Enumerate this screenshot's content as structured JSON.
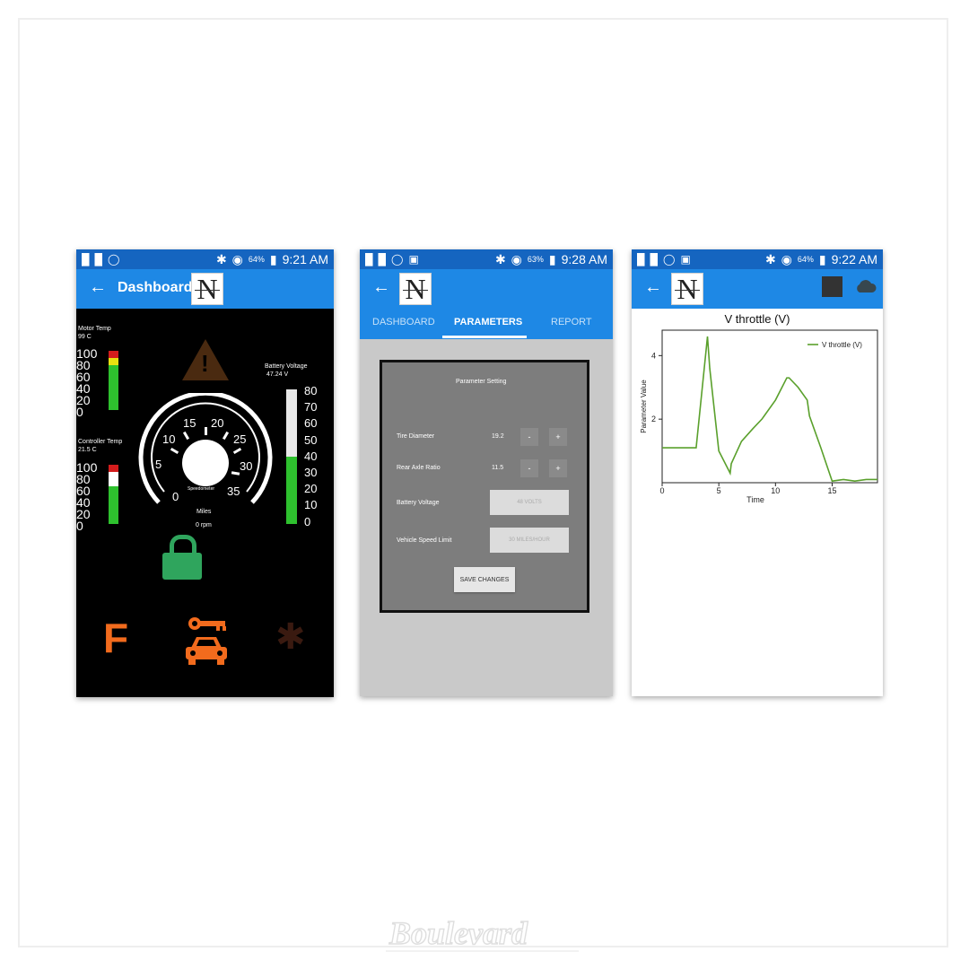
{
  "status_bars": [
    {
      "battery": "64%",
      "time": "9:21 AM"
    },
    {
      "battery": "63%",
      "time": "9:28 AM"
    },
    {
      "battery": "64%",
      "time": "9:22 AM"
    }
  ],
  "logo_letter": "N",
  "dashboard": {
    "title": "Dashboard",
    "back_icon": "arrow-left-icon",
    "motor_temp": {
      "label": "Motor Temp",
      "value": "99 C"
    },
    "controller_temp": {
      "label": "Controller Temp",
      "value": "21.5 C"
    },
    "temp_scale": [
      "100",
      "80",
      "60",
      "40",
      "20",
      "0"
    ],
    "battery_voltage": {
      "label": "Battery Voltage",
      "value": "47.24 V",
      "level": 0.5
    },
    "bv_scale": [
      "80",
      "70",
      "60",
      "50",
      "40",
      "30",
      "20",
      "10",
      "0"
    ],
    "speedometer": {
      "numbers": [
        "0",
        "5",
        "10",
        "15",
        "20",
        "25",
        "30",
        "35"
      ],
      "caption": "Speedometer",
      "units": "Miles",
      "rpm": "0 rpm"
    },
    "icons": [
      "warning-icon",
      "unlock-icon",
      "f-gear-icon",
      "car-key-icon",
      "bluetooth-icon"
    ],
    "colors": {
      "accent": "#1e88e5",
      "orange": "#f26b1d",
      "green": "#2fa55d",
      "bar_green": "#2ec12e"
    }
  },
  "parameters": {
    "tabs": [
      {
        "label": "DASHBOARD",
        "active": false
      },
      {
        "label": "PARAMETERS",
        "active": true
      },
      {
        "label": "REPORT",
        "active": false
      }
    ],
    "panel_title": "Parameter Setting",
    "rows": [
      {
        "label": "Tire Diameter",
        "value": "19.2",
        "minus": "-",
        "plus": "+"
      },
      {
        "label": "Rear Axle Ratio",
        "value": "11.5",
        "minus": "-",
        "plus": "+"
      },
      {
        "label": "Battery Voltage",
        "field": "48 VOLTS"
      },
      {
        "label": "Vehicle Speed Limit",
        "field": "30 MILES/HOUR"
      }
    ],
    "save_label": "SAVE CHANGES"
  },
  "report": {
    "icons": [
      "stop-icon",
      "cloud-icon"
    ],
    "chart_data": {
      "type": "line",
      "title": "V throttle (V)",
      "xlabel": "Time",
      "ylabel": "Parameter Value",
      "xlim": [
        0,
        19
      ],
      "ylim": [
        0,
        4.8
      ],
      "xticks": [
        "0",
        "5",
        "10",
        "15"
      ],
      "yticks": [
        "2",
        "4"
      ],
      "legend": "top-right",
      "grid": false,
      "series": [
        {
          "name": "V throttle (V)",
          "color": "#5aa02c",
          "x": [
            0,
            3,
            4,
            4.2,
            5,
            6,
            6.1,
            7,
            8,
            8.8,
            9,
            10,
            11,
            11.2,
            12,
            12.8,
            13,
            14,
            15,
            16,
            17,
            18,
            19
          ],
          "y": [
            1.1,
            1.1,
            4.6,
            3.6,
            1.0,
            0.3,
            0.6,
            1.3,
            1.7,
            2.0,
            2.1,
            2.6,
            3.3,
            3.3,
            3.0,
            2.6,
            2.1,
            1.1,
            0.05,
            0.1,
            0.05,
            0.1,
            0.1
          ]
        }
      ]
    }
  }
}
